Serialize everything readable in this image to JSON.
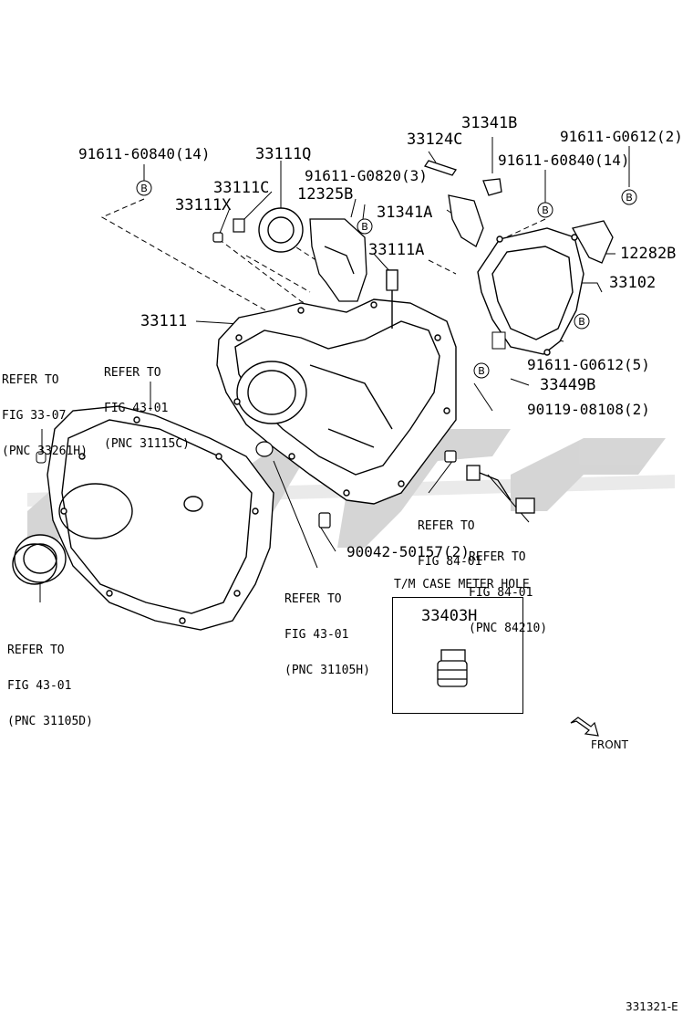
{
  "diagram_id": "331321-E",
  "labels": {
    "p91611_60840_top": "91611-60840(14)",
    "p33111q": "33111Q",
    "p33124c": "33124C",
    "p31341b": "31341B",
    "p91611_g0612_2": "91611-G0612(2)",
    "p33111c": "33111C",
    "p91611_g0820": "91611-G0820(3)",
    "p91611_60840_right": "91611-60840(14)",
    "p33111x": "33111X",
    "p12325b": "12325B",
    "p31341a": "31341A",
    "p33111a": "33111A",
    "p12282b": "12282B",
    "p33102": "33102",
    "p33111": "33111",
    "p91611_g0612_5": "91611-G0612(5)",
    "p33449b": "33449B",
    "p90119": "90119-08108(2)",
    "p90042": "90042-50157(2)",
    "p33403h": "33403H"
  },
  "refs": {
    "ref_33_07": [
      "REFER TO",
      "FIG 33-07",
      "(PNC 33261H)"
    ],
    "ref_43_01_c": [
      "REFER TO",
      "FIG 43-01",
      "(PNC 31115C)"
    ],
    "ref_84_01_a": [
      "REFER TO",
      "FIG 84-01"
    ],
    "ref_84_01_b": [
      "REFER TO",
      "FIG 84-01",
      "(PNC 84210)"
    ],
    "ref_43_01_h": [
      "REFER TO",
      "FIG 43-01",
      "(PNC 31105H)"
    ],
    "ref_43_01_d": [
      "REFER TO",
      "FIG 43-01",
      "(PNC 31105D)"
    ]
  },
  "callout_letter": "B",
  "inset_title": "T/M CASE METER HOLE",
  "front_label": "FRONT"
}
